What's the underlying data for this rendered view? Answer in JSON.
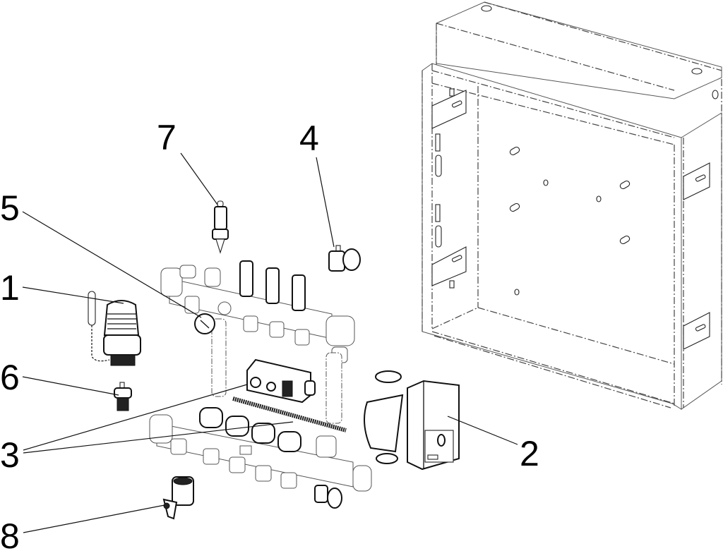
{
  "diagram": {
    "type": "exploded-parts-view",
    "callouts": [
      {
        "id": "1",
        "label": "1",
        "part": "thermostatic-head"
      },
      {
        "id": "2",
        "label": "2",
        "part": "circulation-pump"
      },
      {
        "id": "3",
        "label": "3",
        "part": "actuator-and-flow-valves"
      },
      {
        "id": "4",
        "label": "4",
        "part": "drain-valve"
      },
      {
        "id": "5",
        "label": "5",
        "part": "thermometer"
      },
      {
        "id": "6",
        "label": "6",
        "part": "valve-insert"
      },
      {
        "id": "7",
        "label": "7",
        "part": "flow-meter"
      },
      {
        "id": "8",
        "label": "8",
        "part": "ball-valve"
      }
    ],
    "colors": {
      "line": "#111111",
      "background": "#ffffff",
      "ghost": "#555555"
    }
  }
}
